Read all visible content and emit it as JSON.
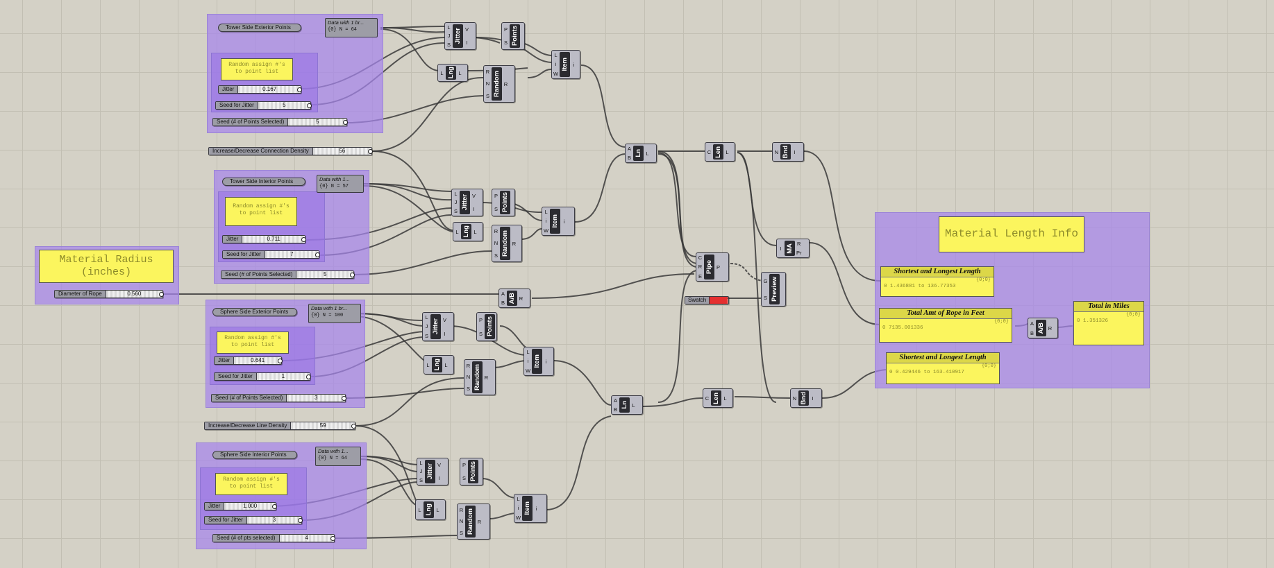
{
  "groups": {
    "tower_ext": {
      "param": "Tower Side Exterior Points",
      "data_title": "Data with 1 br...",
      "data_sub": "{0}  N = 64",
      "note": "Random assign #'s\nto point list",
      "jitter": {
        "label": "Jitter",
        "value": "0.167"
      },
      "seed_jitter": {
        "label": "Seed for Jitter",
        "value": "5"
      },
      "seed_points": {
        "label": "Seed (# of Points Selected)",
        "value": "5"
      }
    },
    "tower_int": {
      "param": "Tower Side Interior Points",
      "data_title": "Data with 1...",
      "data_sub": "{0} N = 57",
      "note": "Random assign #'s\nto point list",
      "jitter": {
        "label": "Jitter",
        "value": "0.711"
      },
      "seed_jitter": {
        "label": "Seed for Jitter",
        "value": "7"
      },
      "seed_points": {
        "label": "Seed (# of Points Selected)",
        "value": "5"
      }
    },
    "sphere_ext": {
      "param": "Sphere Side Exterior Points",
      "data_title": "Data with 1 br...",
      "data_sub": "{0}  N = 100",
      "note": "Random assign #'s\nto point list",
      "jitter": {
        "label": "Jitter",
        "value": "0.641"
      },
      "seed_jitter": {
        "label": "Seed for Jitter",
        "value": "1"
      },
      "seed_points": {
        "label": "Seed (# of Points Selected)",
        "value": "3"
      }
    },
    "sphere_int": {
      "param": "Sphere Side Interior Points",
      "data_title": "Data with 1...",
      "data_sub": "{0} N = 64",
      "note": "Random assign #'s\nto point list",
      "jitter": {
        "label": "Jitter",
        "value": "1.000"
      },
      "seed_jitter": {
        "label": "Seed for Jitter",
        "value": "3"
      },
      "seed_points": {
        "label": "Seed (# of pts selected)",
        "value": "4"
      }
    },
    "material": {
      "title": "Material Radius\n(inches)",
      "slider": {
        "label": "Diameter of Rope",
        "value": "0.560"
      }
    }
  },
  "density": {
    "connection": {
      "label": "Increase/Decrease Connection Density",
      "value": "56"
    },
    "line": {
      "label": "Increase/Decrease Line Density",
      "value": "59"
    }
  },
  "components": {
    "jitter": "Jitter",
    "points": "Points",
    "lng": "Lng",
    "random": "Random",
    "item": "Item",
    "ln": "Ln",
    "len": "Len",
    "bnd": "Bnd",
    "ma": "MA",
    "pipe": "Pipe",
    "preview": "Preview",
    "ab": "A/B"
  },
  "swatch": {
    "label": "Swatch",
    "color": "#e53030"
  },
  "info": {
    "title": "Material Length Info",
    "short1": {
      "header": "Shortest and Longest Length",
      "index": "{0;0}",
      "value": "0 1.436881 to 136.77353"
    },
    "total": {
      "header": "Total Amt of Rope in Feet",
      "index": "{0;0}",
      "value": "0 7135.001336"
    },
    "miles": {
      "header": "Total in Miles",
      "index": "{0;0}",
      "value": "0 1.351326"
    },
    "short2": {
      "header": "Shortest and Longest Length",
      "index": "{0;0}",
      "value": "0 0.429446 to 163.410917"
    }
  }
}
